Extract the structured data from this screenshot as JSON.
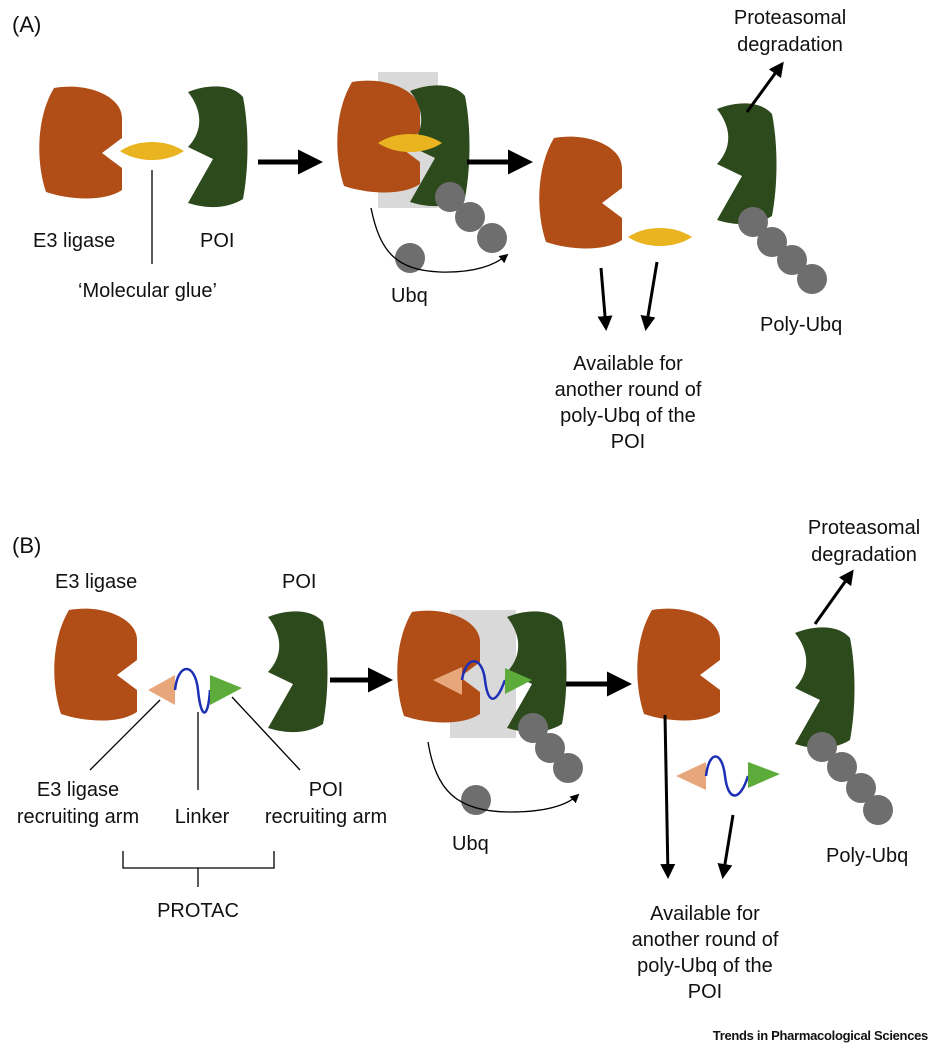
{
  "colors": {
    "e3": "#b14d17",
    "poi": "#2d4a1c",
    "glue": "#e9b420",
    "ubq": "#6e6e6e",
    "e3_arm": "#e8a77a",
    "poi_arm": "#5dab3a",
    "linker": "#1c2fb5",
    "complex_box": "#d9d9d9",
    "arrow": "#000000"
  },
  "icons": [
    "e3-ligase-shape",
    "poi-shape",
    "molecular-glue-shape",
    "ubq-bead",
    "protac-shape"
  ],
  "panel_a": {
    "label": "(A)",
    "e3_label": "E3 ligase",
    "poi_label": "POI",
    "glue_label": "‘Molecular glue’",
    "ubq_label": "Ubq",
    "degradation_line1": "Proteasomal",
    "degradation_line2": "degradation",
    "poly_ubq_label": "Poly-Ubq",
    "available_lines": [
      "Available for",
      "another round of",
      "poly-Ubq of the",
      "POI"
    ]
  },
  "panel_b": {
    "label": "(B)",
    "e3_label": "E3 ligase",
    "poi_label": "POI",
    "e3_arm_line1": "E3 ligase",
    "e3_arm_line2": "recruiting arm",
    "linker_label": "Linker",
    "poi_arm_line1": "POI",
    "poi_arm_line2": "recruiting arm",
    "protac_label": "PROTAC",
    "ubq_label": "Ubq",
    "degradation_line1": "Proteasomal",
    "degradation_line2": "degradation",
    "poly_ubq_label": "Poly-Ubq",
    "available_lines": [
      "Available for",
      "another round of",
      "poly-Ubq of the",
      "POI"
    ]
  },
  "credit": "Trends in Pharmacological Sciences"
}
